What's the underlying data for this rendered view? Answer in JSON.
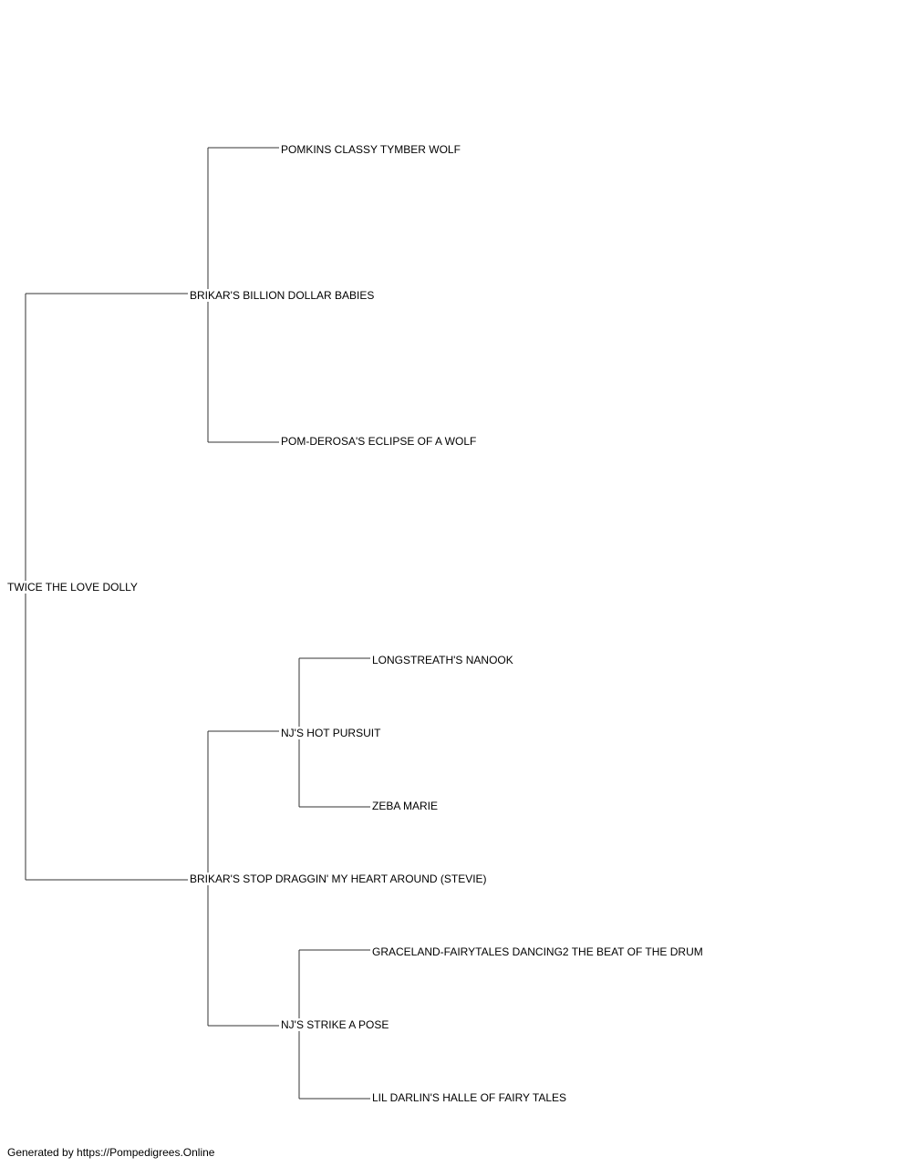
{
  "pedigree": {
    "subject": "TWICE THE LOVE DOLLY",
    "sire": {
      "name": "BRIKAR'S BILLION DOLLAR BABIES",
      "sire": {
        "name": "POMKINS CLASSY TYMBER WOLF"
      },
      "dam": {
        "name": "POM-DEROSA'S ECLIPSE OF A WOLF"
      }
    },
    "dam": {
      "name": "BRIKAR'S STOP DRAGGIN' MY HEART AROUND (STEVIE)",
      "sire": {
        "name": "NJ'S HOT PURSUIT",
        "sire": {
          "name": "LONGSTREATH'S NANOOK"
        },
        "dam": {
          "name": "ZEBA MARIE"
        }
      },
      "dam": {
        "name": "NJ'S STRIKE A POSE",
        "sire": {
          "name": "GRACELAND-FAIRYTALES DANCING2 THE BEAT OF THE DRUM"
        },
        "dam": {
          "name": "LIL DARLIN'S HALLE OF FAIRY TALES"
        }
      }
    }
  },
  "footer": {
    "credit": "Generated by https://Pompedigrees.Online"
  }
}
